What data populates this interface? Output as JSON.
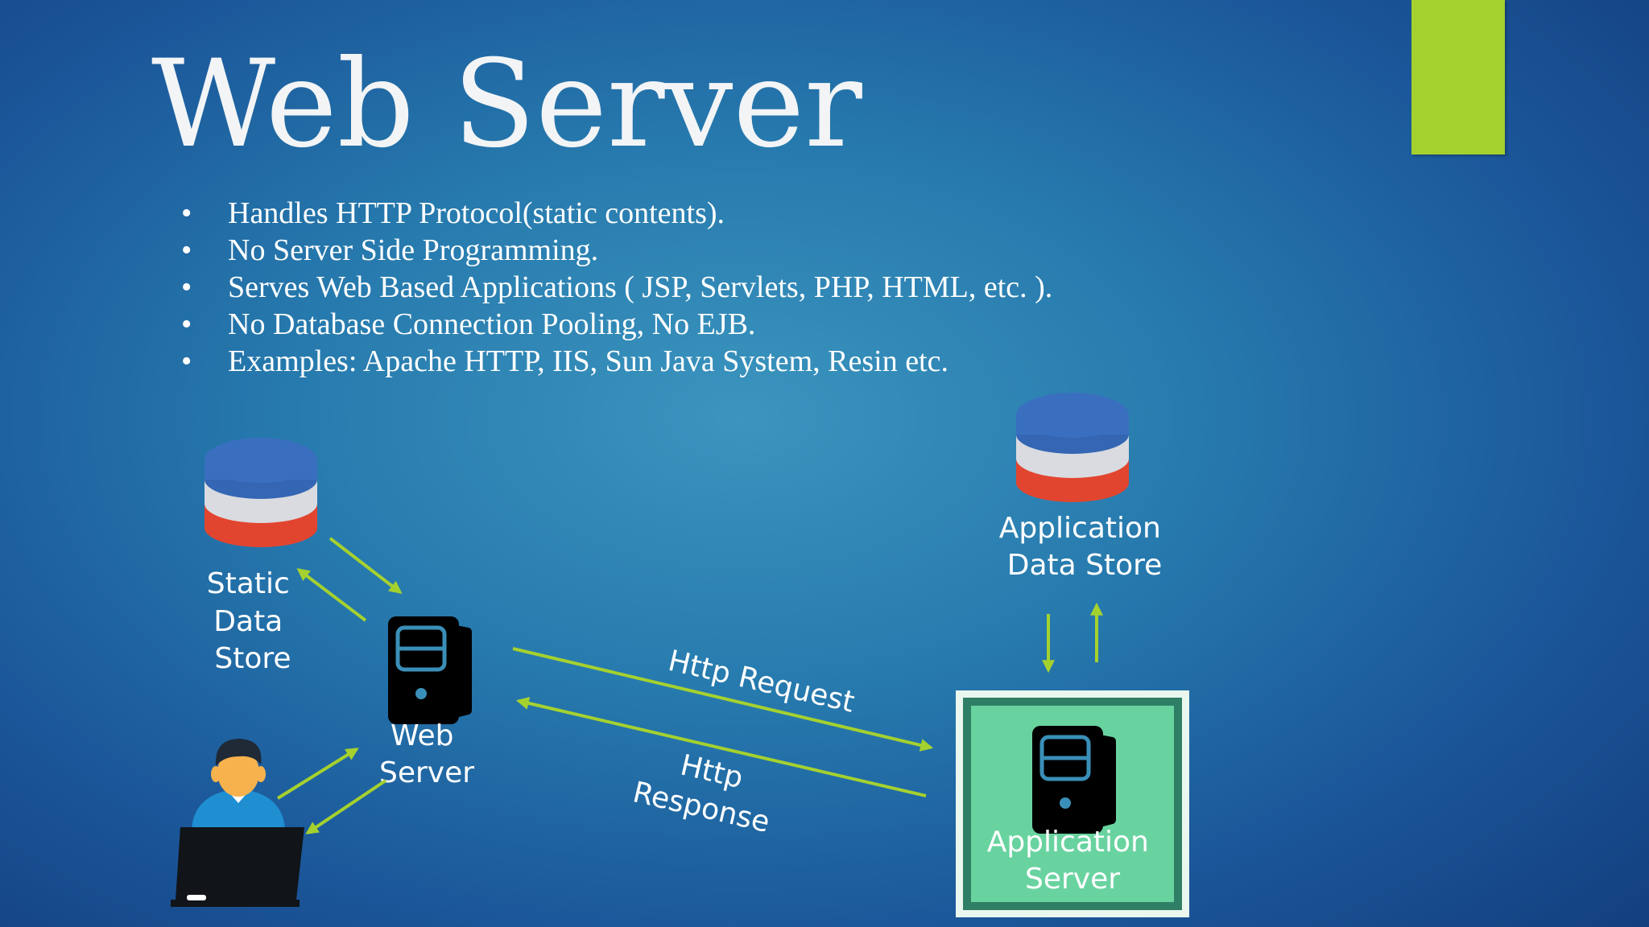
{
  "slide": {
    "title": "Web Server",
    "bullets": [
      "Handles HTTP Protocol(static contents).",
      "No Server Side Programming.",
      "Serves Web Based Applications ( JSP, Servlets, PHP, HTML,  etc. ).",
      "No Database Connection Pooling, No EJB.",
      "Examples: Apache HTTP, IIS, Sun Java System, Resin etc."
    ],
    "bullet_symbol": "•",
    "accent_color": "#a5d12f"
  },
  "diagram": {
    "static_store": {
      "label": [
        "Static",
        "Data",
        "Store"
      ],
      "icon": "database-icon"
    },
    "web_server": {
      "label": [
        "Web",
        "Server"
      ],
      "icon": "server-icon"
    },
    "app_store": {
      "label": [
        "Application",
        "Data Store"
      ],
      "icon": "database-icon"
    },
    "app_server": {
      "label": [
        "Application",
        "Server"
      ],
      "icon": "server-icon",
      "box_color": "#69d3a0"
    },
    "user": {
      "icon": "user-laptop-icon"
    },
    "edges": {
      "request": "Http Request",
      "response": [
        "Http",
        "Response"
      ]
    },
    "colors": {
      "arrow": "#a5d12f",
      "db_top": "#3a6fc0",
      "db_middle": "#d9dbe0",
      "db_bottom": "#e2452f",
      "skin": "#f7b24d",
      "hair": "#1f2a36",
      "shirt": "#1f8fd2"
    }
  }
}
